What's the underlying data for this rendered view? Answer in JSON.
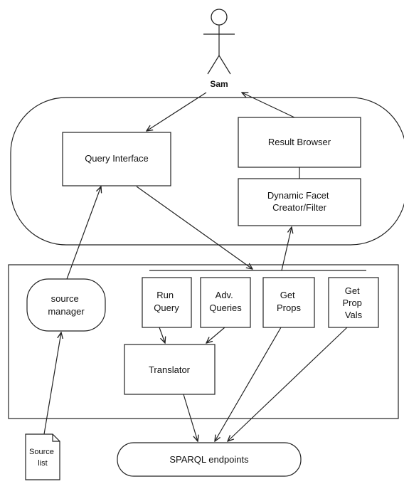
{
  "actor": {
    "name": "Sam"
  },
  "nodes": {
    "query_interface": {
      "lines": [
        "Query Interface"
      ]
    },
    "result_browser": {
      "lines": [
        "Result Browser"
      ]
    },
    "dynamic_facet": {
      "lines": [
        "Dynamic Facet",
        "Creator/Filter"
      ]
    },
    "source_manager": {
      "lines": [
        "source",
        "manager"
      ]
    },
    "run_query": {
      "lines": [
        "Run",
        "Query"
      ]
    },
    "adv_queries": {
      "lines": [
        "Adv.",
        "Queries"
      ]
    },
    "get_props": {
      "lines": [
        "Get",
        "Props"
      ]
    },
    "get_prop_vals": {
      "lines": [
        "Get",
        "Prop",
        "Vals"
      ]
    },
    "translator": {
      "lines": [
        "Translator"
      ]
    },
    "sparql_endpoints": {
      "lines": [
        "SPARQL endpoints"
      ]
    },
    "source_list": {
      "lines": [
        "Source",
        "list"
      ]
    }
  },
  "colors": {
    "stroke": "#222222",
    "fill": "#ffffff",
    "text": "#111111"
  }
}
